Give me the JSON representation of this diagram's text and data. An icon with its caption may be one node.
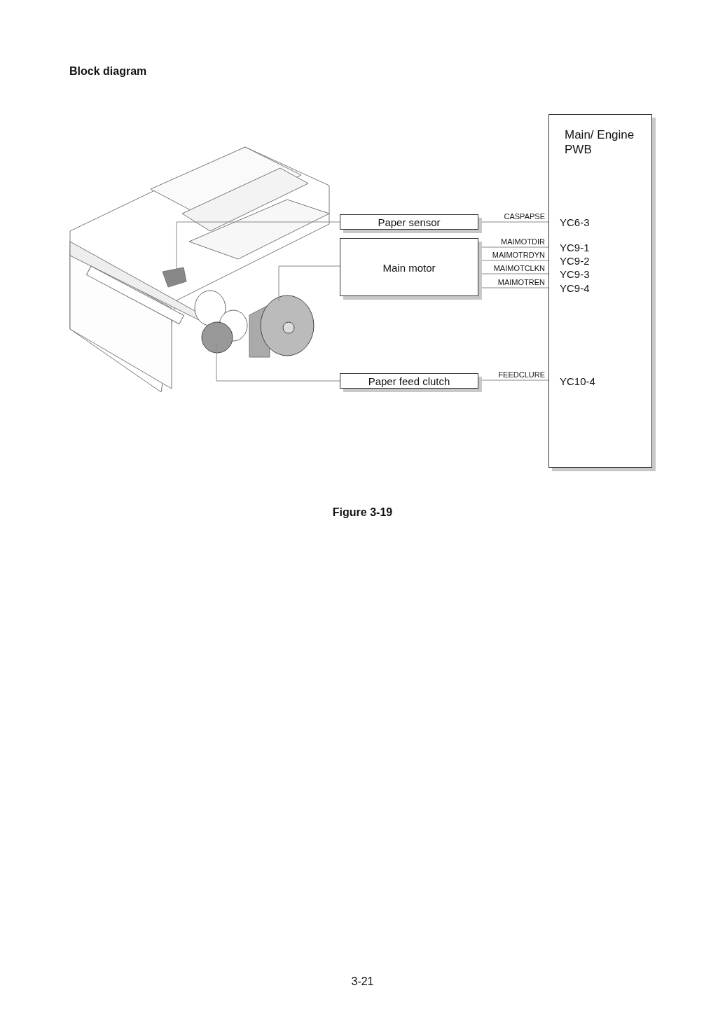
{
  "diagram": {
    "title": "Block diagram",
    "caption": "Figure 3-19",
    "nodes": [
      {
        "text": [
          "Paper sensor"
        ]
      },
      {
        "text": [
          "Main motor"
        ]
      },
      {
        "text": [
          "Paper feed clutch"
        ]
      },
      {
        "text": [
          "Main/ Engine PWB",
          "YC6-3",
          "YC9-1",
          "YC9-2",
          "YC9-3",
          "YC9-4",
          "YC10-4"
        ]
      }
    ],
    "edges": [
      {
        "from": 0,
        "to": null,
        "arrow": "none"
      },
      {
        "from": 1,
        "to": null,
        "arrow": "none"
      },
      {
        "from": 2,
        "to": null,
        "arrow": "none"
      },
      {
        "from": 0,
        "to": 3,
        "label": "CASPAPSE",
        "arrow": "none"
      },
      {
        "from": 1,
        "to": 3,
        "label": "MAIMOTDIR",
        "arrow": "none"
      },
      {
        "from": 1,
        "to": 3,
        "label": "MAIMOTRDYN",
        "arrow": "none"
      },
      {
        "from": 1,
        "to": 3,
        "label": "MAIMOTCLKN",
        "arrow": "none"
      },
      {
        "from": 1,
        "to": 3,
        "label": "MAIMOTREN",
        "arrow": "none"
      },
      {
        "from": 2,
        "to": 3,
        "label": "FEEDCLURE",
        "arrow": "none"
      }
    ],
    "labels": [
      "3-21"
    ]
  }
}
